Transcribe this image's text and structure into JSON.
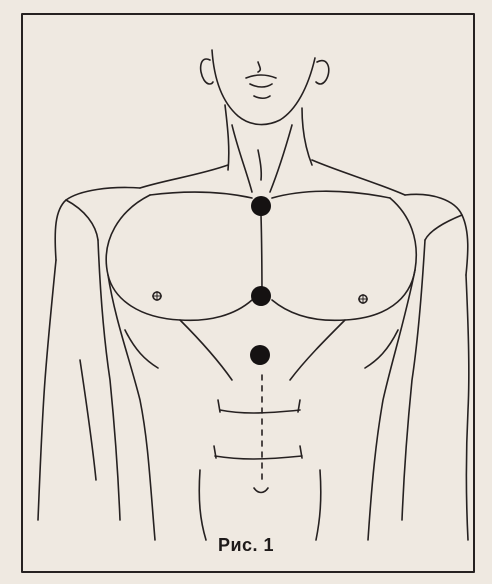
{
  "figure": {
    "caption": "Рис. 1",
    "subject": "male-torso-front-view",
    "marked_points_count": 3,
    "colors": {
      "paper": "#efe9e1",
      "ink": "#262121",
      "point": "#151212"
    }
  }
}
